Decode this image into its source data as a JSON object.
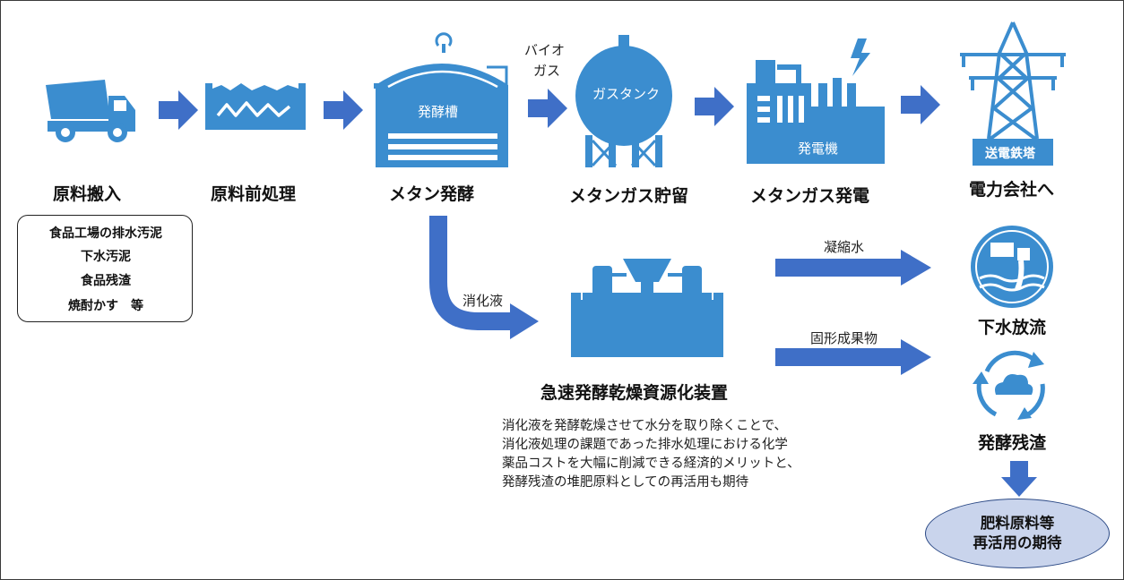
{
  "steps": {
    "raw_intake": "原料搬入",
    "pretreatment": "原料前処理",
    "methane_fermentation": "メタン発酵",
    "gas_storage": "メタンガス貯留",
    "gas_power": "メタンガス発電",
    "to_utility": "電力会社へ"
  },
  "icon_labels": {
    "fermenter": "発酵槽",
    "gas_tank": "ガスタンク",
    "generator": "発電機",
    "tower": "送電鉄塔"
  },
  "biogas_label": [
    "バイオ",
    "ガス"
  ],
  "feedstock": [
    "食品工場の排水汚泥",
    "下水汚泥",
    "食品残渣",
    "焼酎かす　等"
  ],
  "digestate_label": "消化液",
  "dryer_label": "急速発酵乾燥資源化装置",
  "outputs": {
    "condensate": "凝縮水",
    "solids": "固形成果物",
    "sewer_discharge": "下水放流",
    "fermentation_residue": "発酵残渣"
  },
  "description": [
    "消化液を発酵乾燥させて水分を取り除くことで、",
    "消化液処理の課題であった排水処理における化学",
    "薬品コストを大幅に削減できる経済的メリットと、",
    "発酵残渣の堆肥原料としての再活用も期待"
  ],
  "goal": [
    "肥料原料等",
    "再活用の期待"
  ],
  "colors": {
    "icon_blue": "#3b8dcf",
    "arrow_blue": "#3f6fc7",
    "ellipse_fill": "#c9d4ec"
  }
}
